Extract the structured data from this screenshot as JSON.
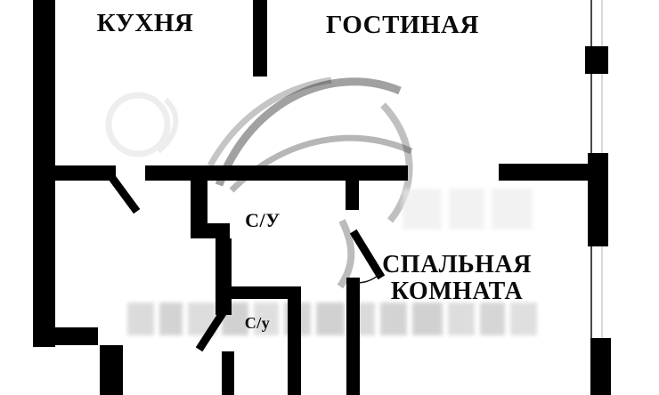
{
  "plan": {
    "kind": "apartment-floor-plan",
    "language": "ru"
  },
  "colors": {
    "wall": "#000000",
    "background": "#ffffff",
    "window_line_dark": "#4a4a4a",
    "window_line_light": "#d9d9d9",
    "watermark_gray": "#9a9a9a",
    "label_text": "#0b0b0b"
  },
  "rooms": {
    "kitchen": {
      "label": "КУХНЯ"
    },
    "living_room": {
      "label": "ГОСТИНАЯ"
    },
    "bathroom": {
      "label": "С/У"
    },
    "wc": {
      "label": "С/у"
    },
    "bedroom": {
      "label_line1": "СПАЛЬНАЯ",
      "label_line2": "КОМНАТА"
    }
  }
}
